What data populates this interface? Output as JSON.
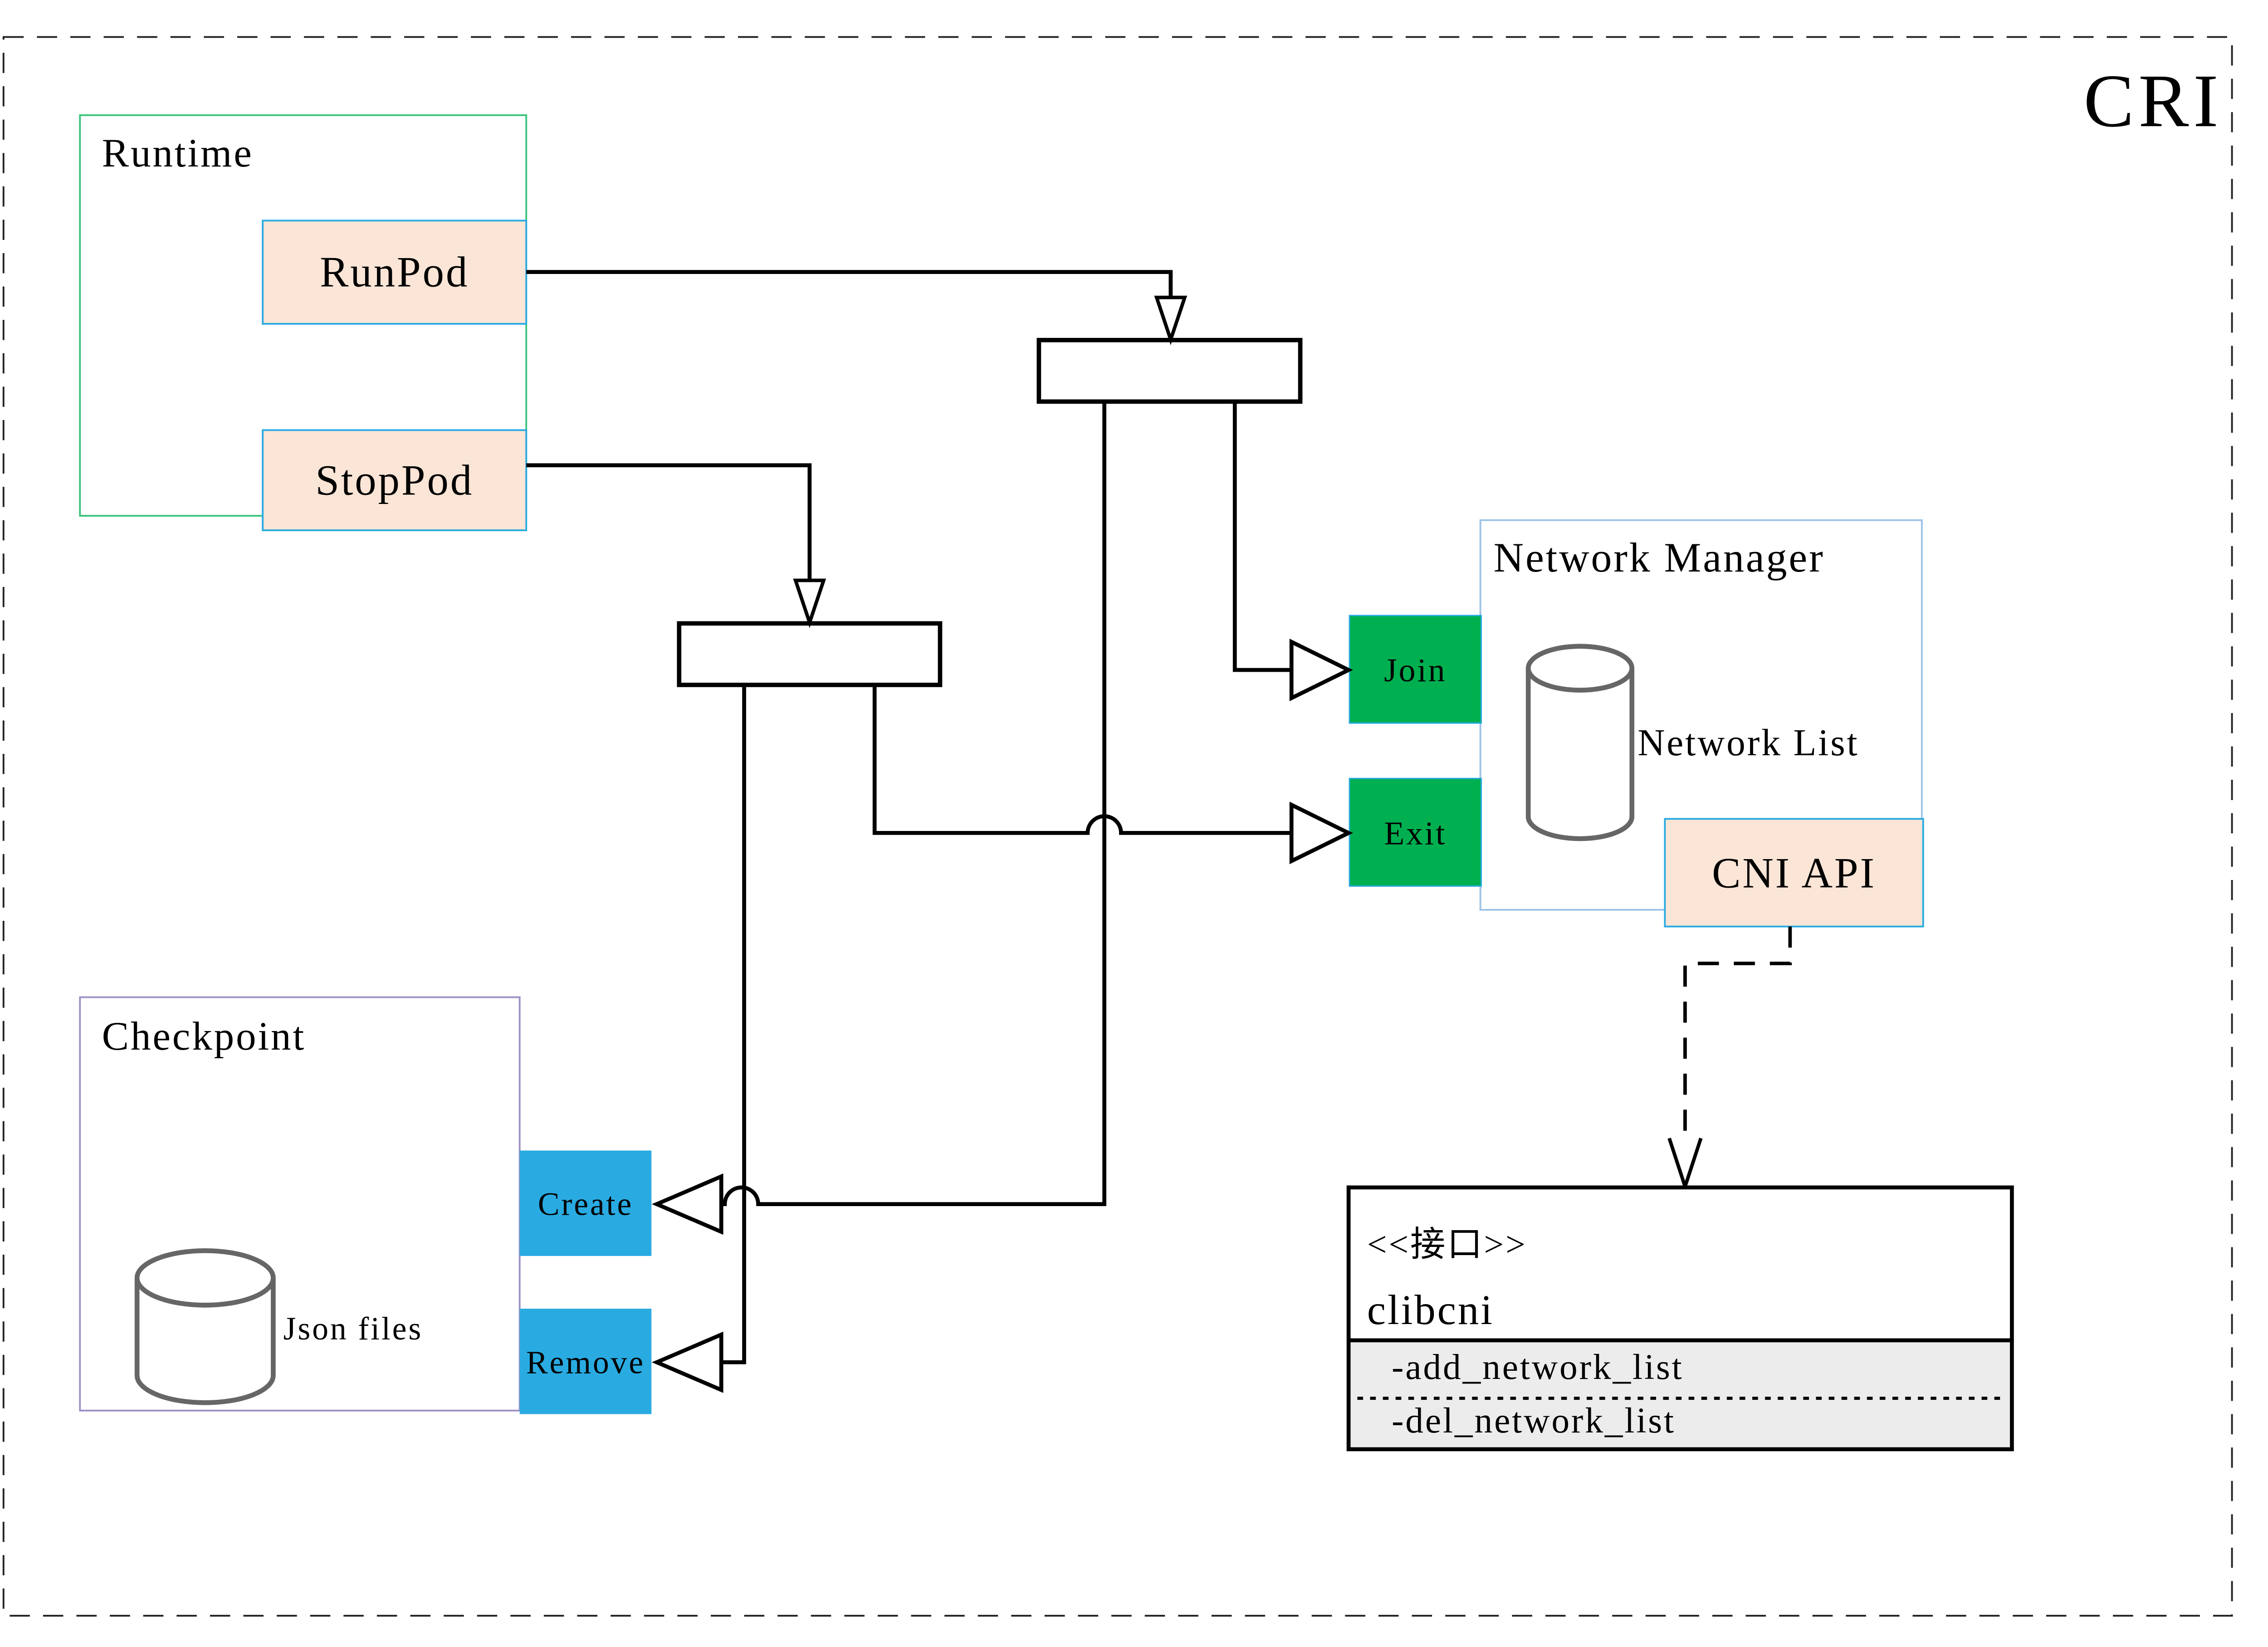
{
  "diagram": {
    "label": "CRI"
  },
  "colors": {
    "cri_label": "#7F6000",
    "peach_fill": "#FBE5D6",
    "cyan_border": "#29ABE2",
    "green_fill": "#00B050",
    "blue_fill": "#29ABE2",
    "runtime_border": "#3CC47C",
    "checkpoint_border": "#9E91C3",
    "network_manager_border": "#9DC3E6",
    "interface_section_fill": "#ECECEC",
    "cylinder_stroke": "#666666",
    "connector": "#000000",
    "frame_dash": "#222222",
    "box_fill": "#FFFFFF"
  },
  "runtime": {
    "title": "Runtime",
    "run_pod_label": "RunPod",
    "stop_pod_label": "StopPod"
  },
  "checkpoint": {
    "title": "Checkpoint",
    "store_label": "Json files",
    "create_label": "Create",
    "remove_label": "Remove"
  },
  "network_manager": {
    "title": "Network Manager",
    "store_label": "Network List",
    "join_label": "Join",
    "exit_label": "Exit",
    "cni_api_label": "CNI API"
  },
  "interface_box": {
    "stereotype": "<<接口>>",
    "name": "clibcni",
    "method_1": "-add_network_list",
    "method_2": "-del_network_list"
  }
}
